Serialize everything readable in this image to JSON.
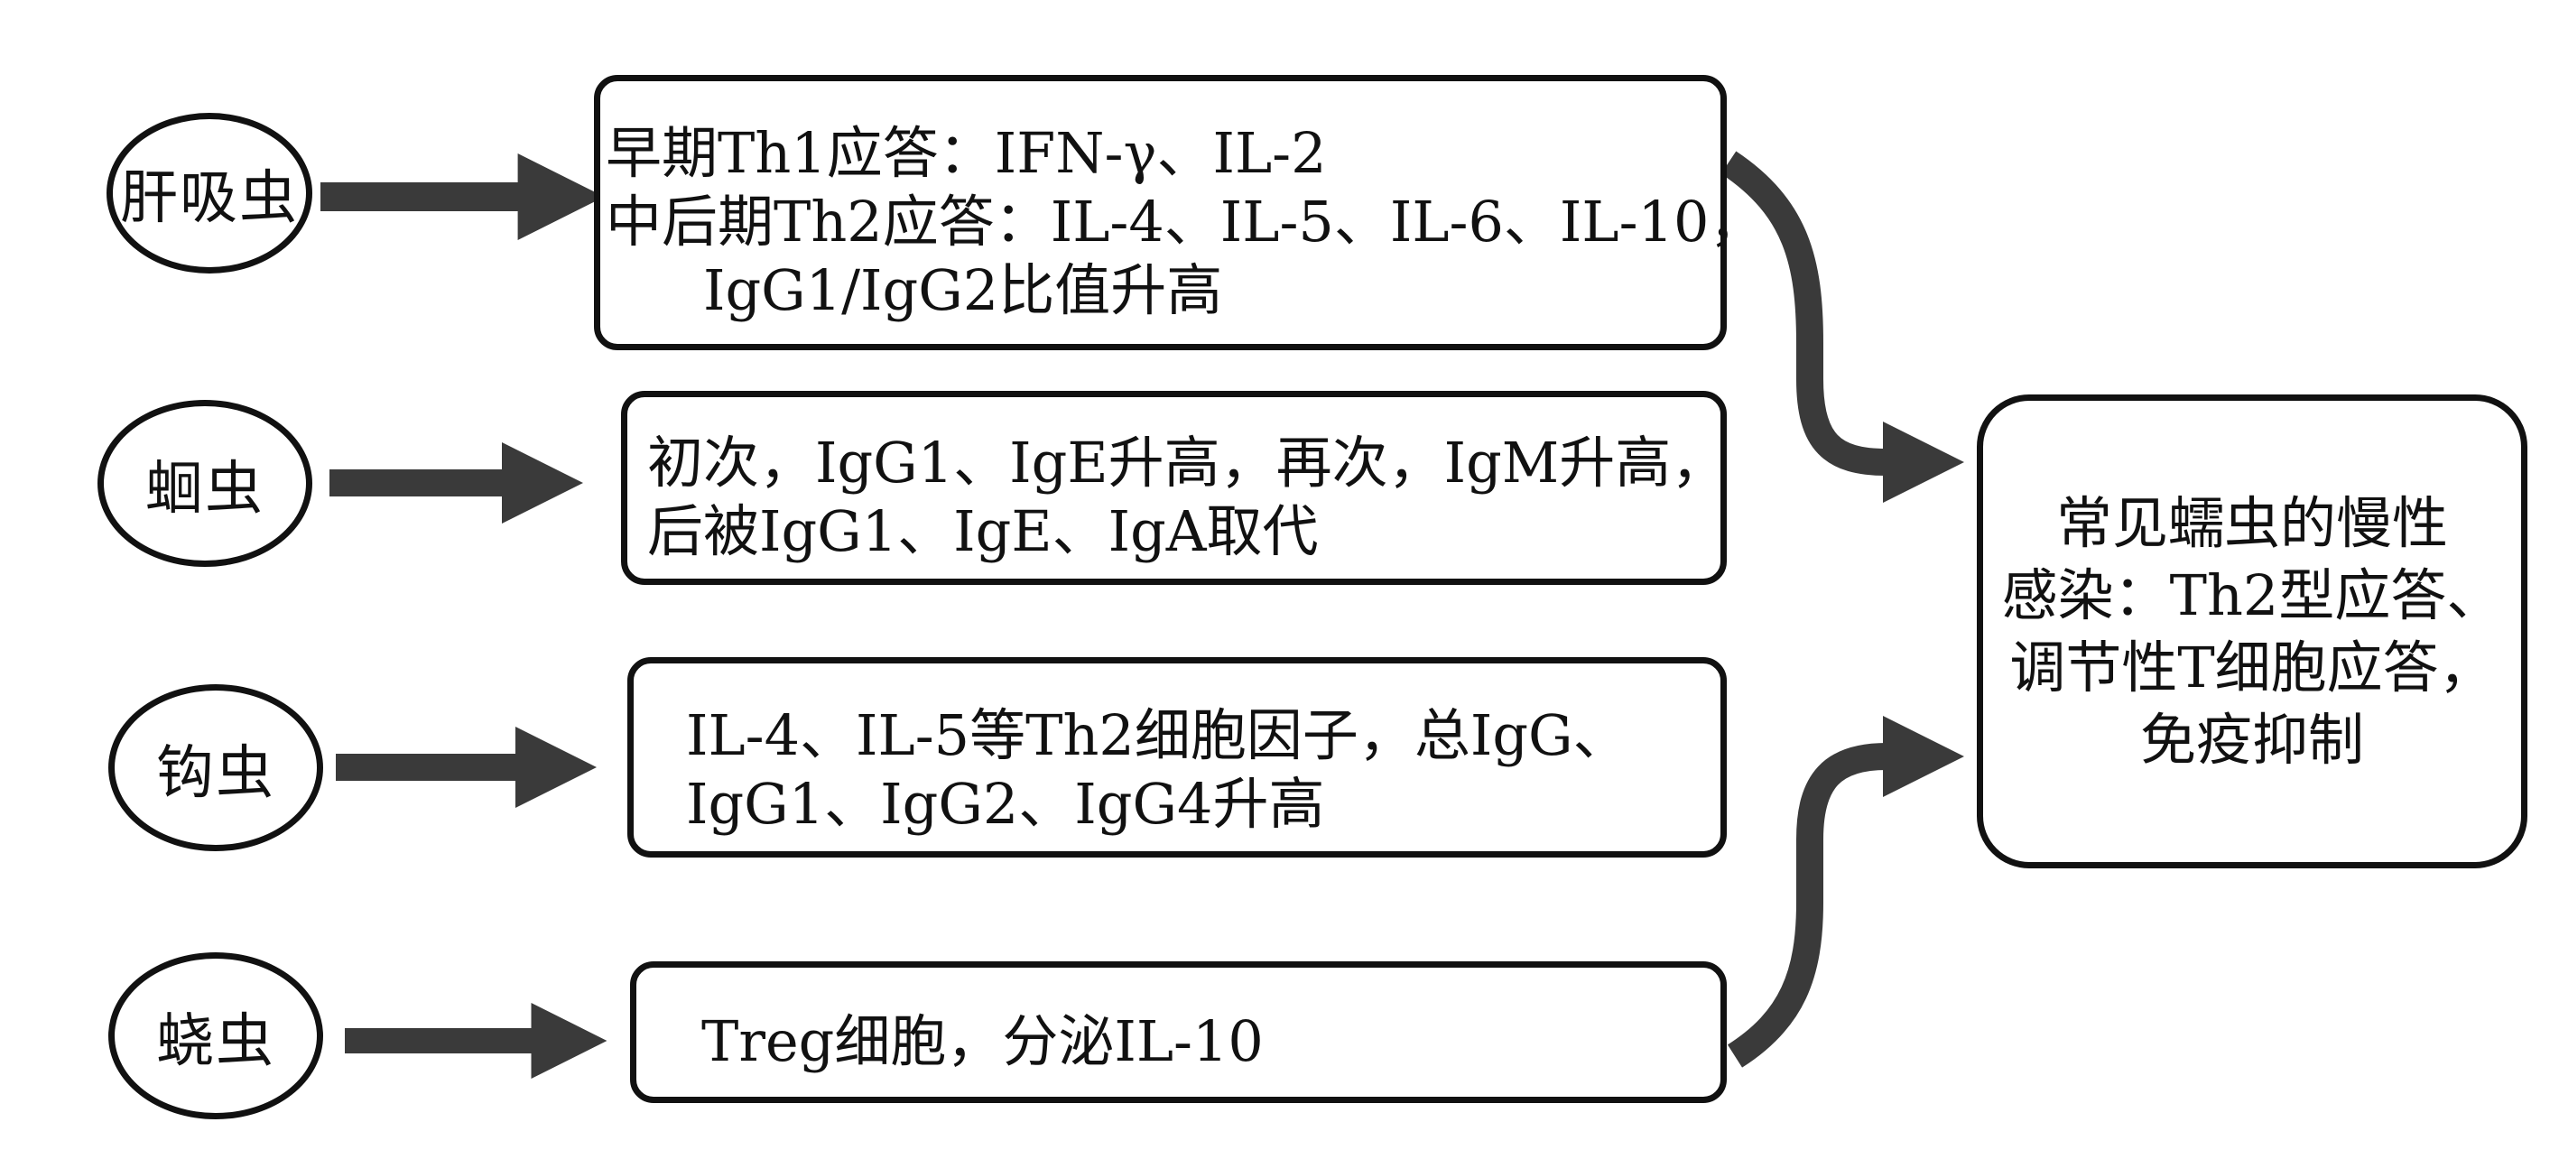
{
  "parasites": [
    {
      "name": "肝吸虫"
    },
    {
      "name": "蛔虫"
    },
    {
      "name": "钩虫"
    },
    {
      "name": "蛲虫"
    }
  ],
  "responses": [
    {
      "lines": [
        "早期Th1应答：IFN-γ、IL-2",
        "中后期Th2应答：IL-4、IL-5、IL-6、IL-10，",
        "IgG1/IgG2比值升高"
      ]
    },
    {
      "lines": [
        "初次，IgG1、IgE升高，再次，IgM升高，",
        "后被IgG1、IgE、IgA取代"
      ]
    },
    {
      "lines": [
        "IL-4、IL-5等Th2细胞因子，总IgG、",
        "IgG1、IgG2、IgG4升高"
      ]
    },
    {
      "lines": [
        "Treg细胞，分泌IL-10"
      ]
    }
  ],
  "summary": {
    "lines": [
      "常见蠕虫的慢性",
      "感染：Th2型应答、",
      "调节性T细胞应答，",
      "免疫抑制"
    ]
  },
  "colors": {
    "stroke": "#111111",
    "arrow": "#3a3a3a",
    "background": "#ffffff"
  }
}
